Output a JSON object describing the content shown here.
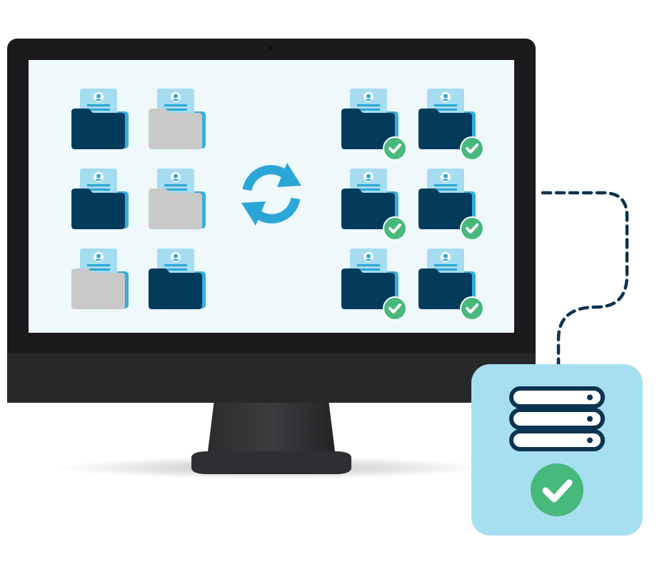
{
  "colors": {
    "monitor_frame": "#1b1b1e",
    "monitor_chin": "#28282b",
    "screen_bg": "#eff9fc",
    "folder_dark": "#053b5a",
    "folder_grey": "#c9c9c9",
    "folder_back": "#36aede",
    "document": "#a6dcf1",
    "document_accent": "#2aa7d7",
    "sync_arrow": "#2aa7d7",
    "check_green": "#47b97c",
    "server_panel": "#a8dff0",
    "server_dark": "#0c3350",
    "connector": "#0c3350"
  },
  "left_folders": [
    {
      "state": "dark"
    },
    {
      "state": "grey"
    },
    {
      "state": "dark"
    },
    {
      "state": "grey"
    },
    {
      "state": "grey"
    },
    {
      "state": "dark"
    }
  ],
  "right_folders": [
    {
      "state": "dark",
      "synced": true
    },
    {
      "state": "dark",
      "synced": true
    },
    {
      "state": "dark",
      "synced": true
    },
    {
      "state": "dark",
      "synced": true
    },
    {
      "state": "dark",
      "synced": true
    },
    {
      "state": "dark",
      "synced": true
    }
  ],
  "icons": {
    "sync": "sync-arrows-icon",
    "server": "server-stack-icon",
    "check": "check-circle-icon",
    "document": "user-document-icon",
    "folder": "folder-icon"
  },
  "server": {
    "units": 3,
    "status": "ok"
  }
}
